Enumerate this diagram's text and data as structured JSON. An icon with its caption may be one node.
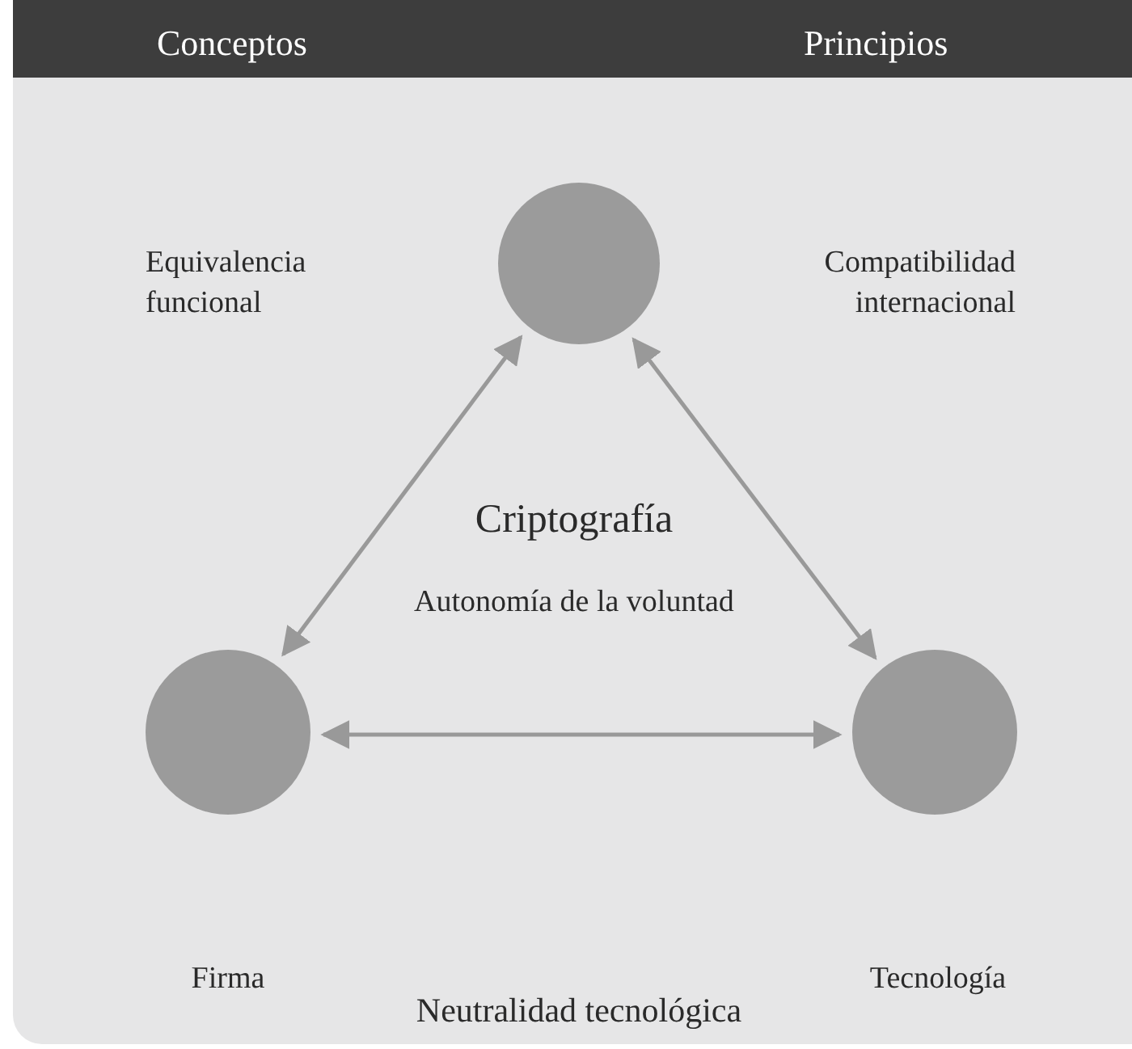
{
  "diagram": {
    "nodes": [
      {
        "text": [],
        "shape": "circle"
      },
      {
        "text": [],
        "shape": "circle"
      },
      {
        "text": [],
        "shape": "circle"
      }
    ],
    "edges": [
      {
        "from": 0,
        "to": 1,
        "arrow": "both"
      },
      {
        "from": 0,
        "to": 2,
        "arrow": "both"
      },
      {
        "from": 1,
        "to": 2,
        "arrow": "both"
      }
    ],
    "labels": [
      "Conceptos",
      "Principios",
      "Equivalencia funcional",
      "Compatibilidad internacional",
      "Criptografía",
      "Autonomía de la voluntad",
      "Firma",
      "Tecnología",
      "Neutralidad tecnológica"
    ]
  }
}
